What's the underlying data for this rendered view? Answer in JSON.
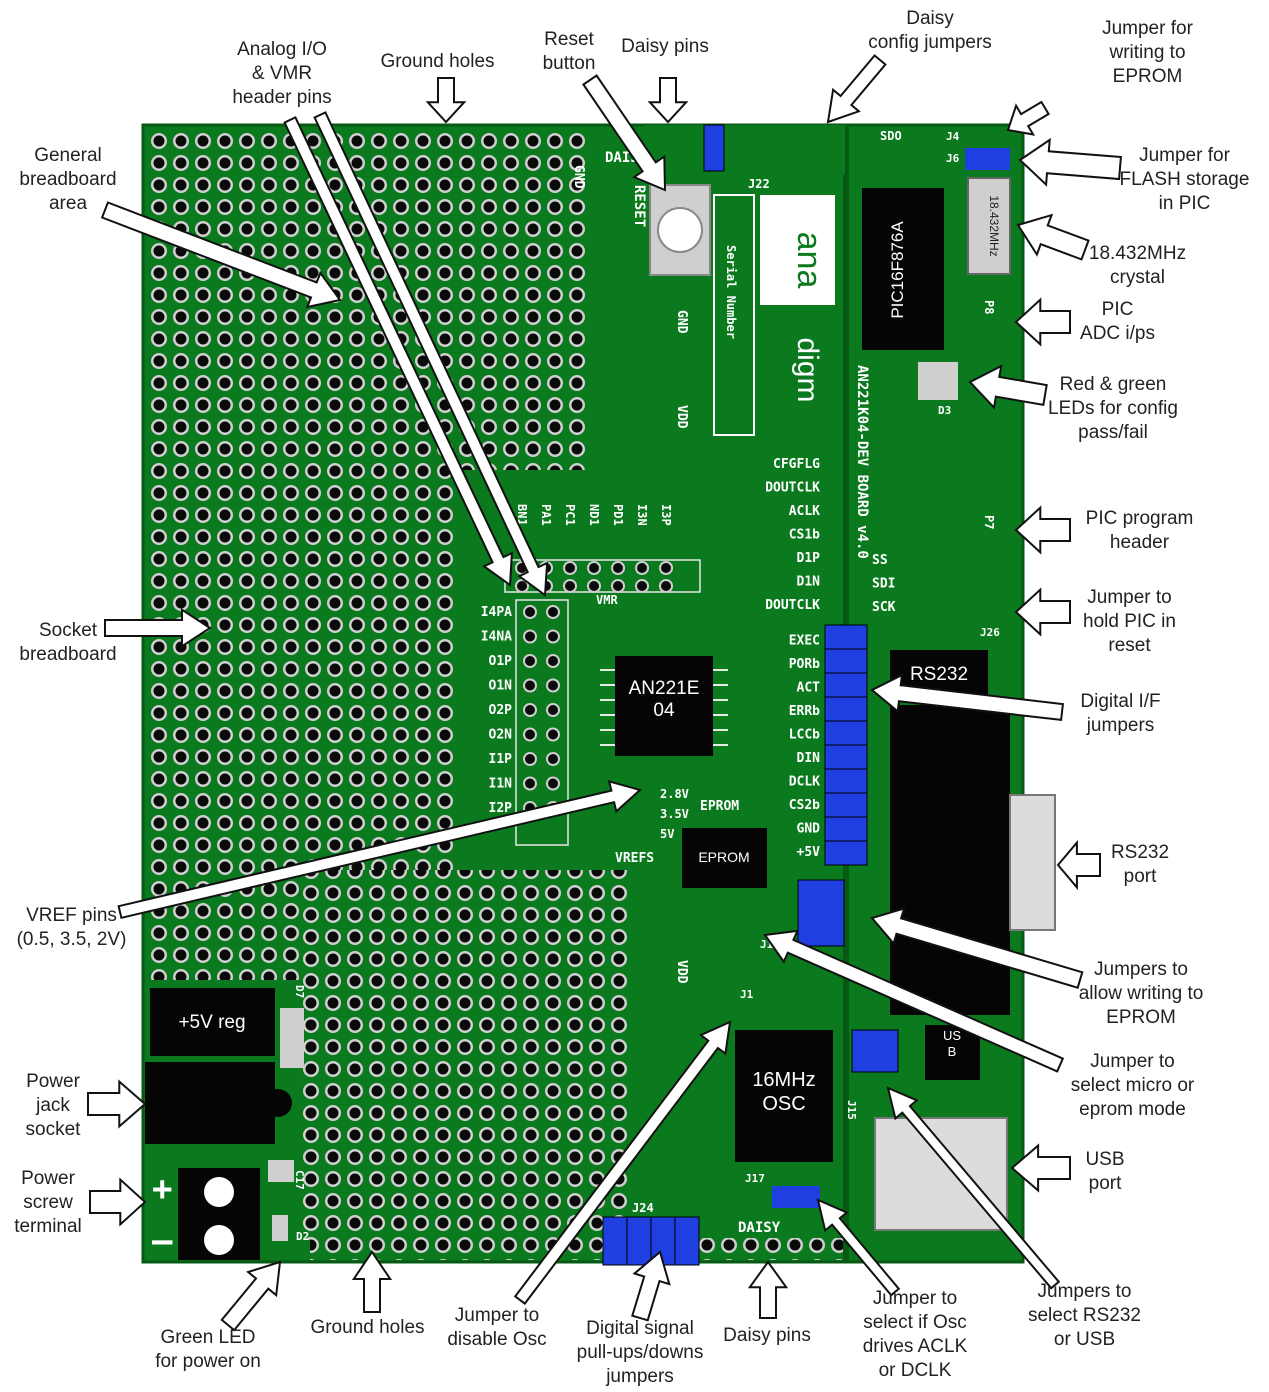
{
  "colors": {
    "board": "#0b7a1e",
    "board_dark": "#065a14",
    "pad": "#0a0a0a",
    "pad_ring": "#cfcfcf",
    "silk": "#ffffff",
    "jumper": "#1f3fe0",
    "chip": "#050505",
    "arrow_fill": "#ffffff",
    "arrow_stroke": "#111111"
  },
  "callouts": {
    "general_breadboard": "General\nbreadboard\narea",
    "analog_io": "Analog I/O\n& VMR\nheader pins",
    "ground_holes_top": "Ground holes",
    "reset_button": "Reset\nbutton",
    "daisy_pins_top": "Daisy pins",
    "daisy_config": "Daisy\nconfig jumpers",
    "jumper_eprom_write": "Jumper for\nwriting to\nEPROM",
    "jumper_flash": "Jumper for\nFLASH storage\nin PIC",
    "crystal": "18.432MHz\ncrystal",
    "pic_adc": "PIC\nADC i/ps",
    "leds_config": "Red & green\nLEDs for config\npass/fail",
    "pic_program": "PIC program\nheader",
    "jumper_hold_pic": "Jumper to\nhold PIC in\nreset",
    "digital_if": "Digital I/F\njumpers",
    "rs232_port": "RS232\nport",
    "jumpers_eprom_allow": "Jumpers to\nallow writing to\nEPROM",
    "jumper_micro_eprom": "Jumper to\nselect micro or\neprom mode",
    "usb_port": "USB\nport",
    "socket_breadboard": "Socket\nbreadboard",
    "vref_pins": "VREF pins\n(0.5, 3.5, 2V)",
    "power_jack": "Power\njack\nsocket",
    "power_screw": "Power\nscrew\nterminal",
    "green_led": "Green LED\nfor power on",
    "ground_holes_bottom": "Ground holes",
    "jumper_disable_osc": "Jumper to\ndisable Osc",
    "digital_pullups": "Digital signal\npull-ups/downs\njumpers",
    "daisy_pins_bottom": "Daisy pins",
    "jumper_osc_drives": "Jumper to\nselect if Osc\ndrives ACLK\nor DCLK",
    "jumpers_rs232_usb": "Jumpers to\nselect RS232\nor USB"
  },
  "board": {
    "chip_main": "AN221E\n04",
    "chip_pic": "PIC16F876A",
    "crystal_label": "18.432MHz",
    "osc": "16MHz\nOSC",
    "eprom": "EPROM",
    "eprom_silk": "EPROM",
    "rs232": "RS232",
    "usb": "US\nB",
    "reg": "+5V reg",
    "logo_top": "ana",
    "logo_bottom": "digm",
    "serial": "Serial Number",
    "board_name": "AN221K04-DEV\nBOARD v4.0",
    "reset_silk": "RESET",
    "daisy_silk_top": "DAISY",
    "daisy_silk_bottom": "DAISY",
    "vmr_silk": "VMR",
    "vrefs": "VREFS",
    "v28": "2.8V",
    "v35": "3.5V",
    "v5": "5V",
    "sdo": "SDO",
    "j22": "J22",
    "j24": "J24",
    "j26": "J26",
    "j17": "J17",
    "j19": "J19",
    "j1": "J1",
    "j15": "J15",
    "j6": "J6",
    "j4": "J4",
    "d3": "D3",
    "d2": "D2",
    "c17": "C17",
    "d7": "D7",
    "p7": "P7",
    "p8": "P8",
    "gnd_top": "GND",
    "gnd_mid": "GND",
    "vdd_mid": "VDD",
    "vdd_low": "VDD",
    "plus": "+",
    "minus": "–",
    "left_header": [
      "I4PA",
      "I4NA",
      "O1P",
      "O1N",
      "O2P",
      "O2N",
      "I1P",
      "I1N",
      "I2P"
    ],
    "top_header": [
      "BN1",
      "PA1",
      "PC1",
      "ND1",
      "PD1",
      "I3N",
      "I3P"
    ],
    "digital_pins": [
      "CFGFLG",
      "DOUTCLK",
      "ACLK",
      "CS1b",
      "D1P",
      "D1N",
      "DOUTCLK",
      "EXEC",
      "PORb",
      "ACT",
      "ERRb",
      "LCCb",
      "DIN",
      "DCLK",
      "CS2b",
      "GND",
      "+5V"
    ],
    "spi_pins": [
      "SS",
      "SDI",
      "SCK"
    ]
  }
}
